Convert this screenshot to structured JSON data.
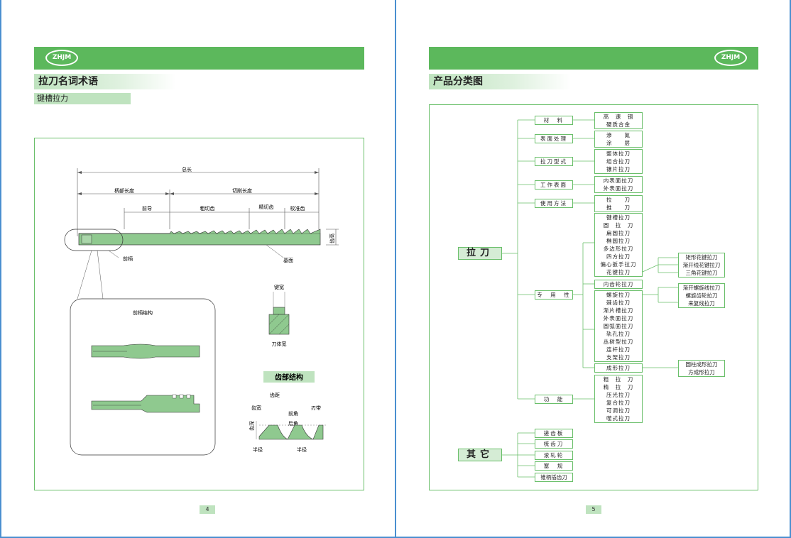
{
  "left": {
    "logo": "ZHJM",
    "title": "拉刀名词术语",
    "subtitle": "键槽拉力",
    "page_number": "4",
    "diagram": {
      "total_length": "总长",
      "shank_length": "柄部长度",
      "cutting_length": "切削长度",
      "front_guide": "前导",
      "rough_teeth": "粗切齿",
      "finish_teeth": "精切齿",
      "calibrate_teeth": "校准齿",
      "tooth_height": "齿高",
      "front_shank": "前柄",
      "base_face": "基面",
      "front_shank_structure": "前柄结构",
      "key_width": "键宽",
      "body_width": "刀体宽",
      "tooth_structure": "齿部结构",
      "tooth_pitch": "齿距",
      "tooth_width": "齿宽",
      "rake_angle": "前角",
      "land": "刃带",
      "tooth_depth": "齿深",
      "clearance_angle": "后角",
      "radius_left": "半径",
      "radius_right": "半径"
    }
  },
  "right": {
    "logo": "ZHJM",
    "title": "产品分类图",
    "page_number": "5",
    "tree": {
      "root1": "拉刀",
      "root2": "其它",
      "categories": {
        "material": "材　料",
        "surface": "表面处理",
        "type": "拉刀型式",
        "work_surface": "工作表面",
        "method": "使用方法",
        "special": "专　用　性",
        "function": "功　能"
      },
      "material_items": [
        "高　速　钢",
        "硬质合金"
      ],
      "surface_items": [
        "渗　　氮",
        "涂　　层"
      ],
      "type_items": [
        "整体拉刀",
        "组合拉刀",
        "镶片拉刀"
      ],
      "work_items": [
        "内表面拉刀",
        "外表面拉刀"
      ],
      "method_items": [
        "拉　　刀",
        "推　　刀"
      ],
      "special_items_a": [
        "键槽拉刀",
        "圆　拉　刀",
        "扁圆拉刀",
        "椭圆拉刀",
        "多边形拉刀",
        "四方拉刀",
        "偏心扳手拉刀",
        "花键拉刀"
      ],
      "special_items_b": [
        "内齿轮拉刀"
      ],
      "special_items_c": [
        "螺旋拉刀",
        "棘齿拉刀",
        "渐片槽拉刀",
        "外表面拉刀",
        "圆弧面拉刀",
        "轨孔拉刀",
        "丛树型拉刀",
        "连杆拉刀",
        "支架拉刀"
      ],
      "special_items_d": [
        "成形拉刀"
      ],
      "spline_items": [
        "矩形花键拉刀",
        "渐开线花键拉刀",
        "三角花键拉刀"
      ],
      "helical_items": [
        "渐开螺旋线拉刀",
        "螺旋齿轮拉刀",
        "来复线拉刀"
      ],
      "forming_items": [
        "圆柱成形拉刀",
        "方成形拉刀"
      ],
      "function_items": [
        "粗　拉　刀",
        "精　拉　刀",
        "压光拉刀",
        "复合拉刀",
        "可调拉刀",
        "噬式拉刀"
      ],
      "other_items": [
        "搓齿板",
        "梳齿刀",
        "滚轧轮",
        "塞　规",
        "锥柄插齿刀"
      ]
    }
  },
  "colors": {
    "green_bar": "#5cb85c",
    "light_green": "#bfe3bf",
    "line_green": "#6abf6a",
    "tool_green": "#8fc98f",
    "page_border": "#4a8fd0"
  }
}
